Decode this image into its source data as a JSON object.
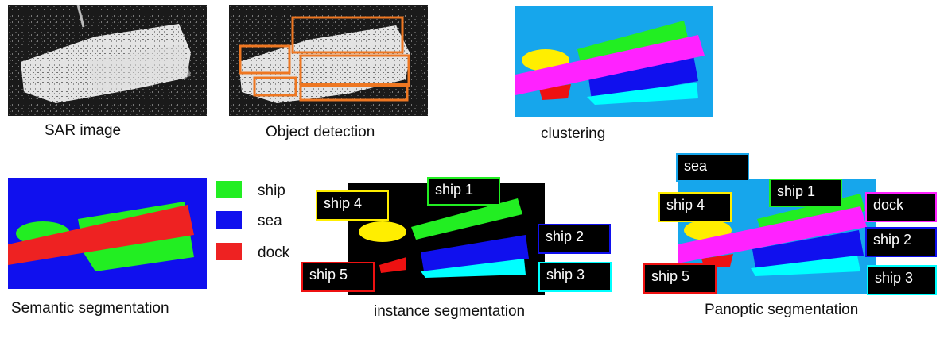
{
  "captions": {
    "sar": "SAR image",
    "detection": "Object detection",
    "clustering": "clustering",
    "semantic": "Semantic segmentation",
    "instance": "instance segmentation",
    "panoptic": "Panoptic segmentation"
  },
  "legend": [
    {
      "label": "ship",
      "color": "#22ee22"
    },
    {
      "label": "sea",
      "color": "#1010ee"
    },
    {
      "label": "dock",
      "color": "#ee2222"
    }
  ],
  "instance_tags": {
    "ship1": "ship 1",
    "ship2": "ship 2",
    "ship3": "ship 3",
    "ship4": "ship 4",
    "ship5": "ship 5"
  },
  "panoptic_tags": {
    "sea": "sea",
    "ship1": "ship 1",
    "ship2": "ship 2",
    "ship3": "ship 3",
    "ship4": "ship 4",
    "ship5": "ship 5",
    "dock": "dock"
  },
  "colors": {
    "ship1": "#22ee22",
    "ship2": "#1010ee",
    "ship3": "#00ffff",
    "ship4": "#ffee00",
    "ship5": "#ee1111",
    "dock_panoptic": "#ff22ff",
    "sea_panoptic": "#16a6ec",
    "box_orange": "#ee7722"
  }
}
